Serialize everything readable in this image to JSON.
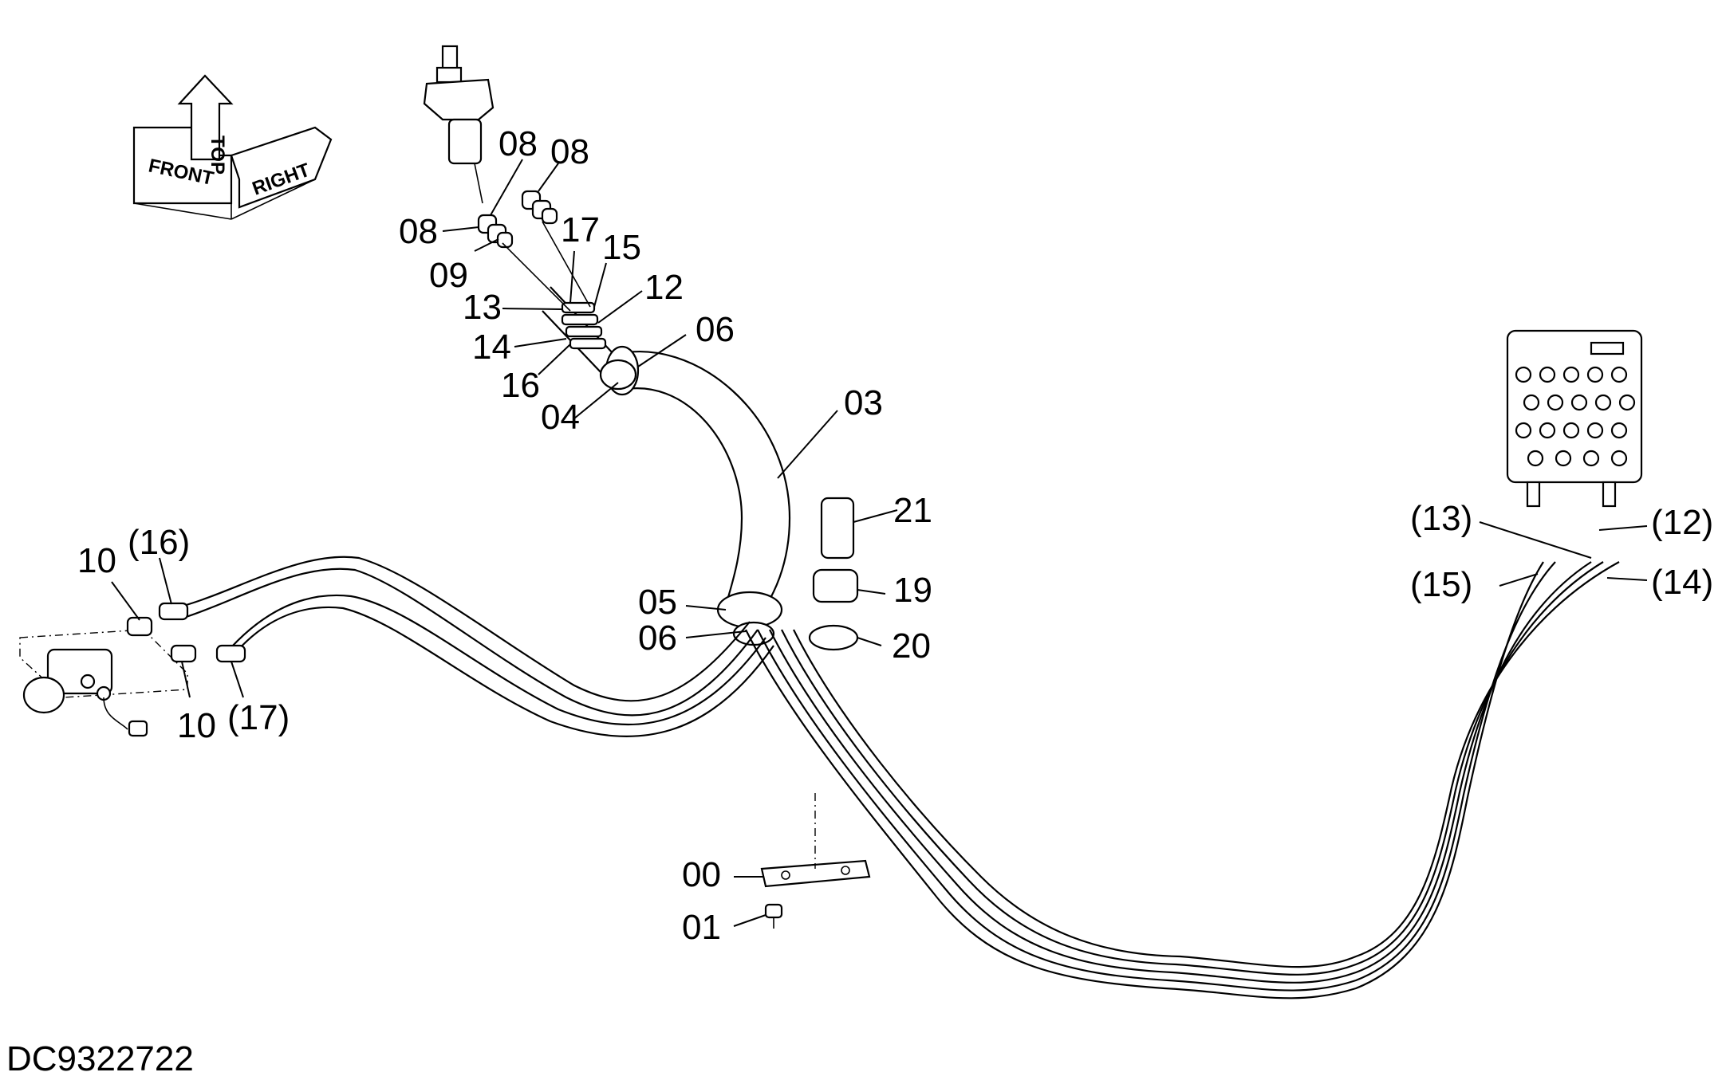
{
  "drawing_id": "DC9322722",
  "orientation": {
    "front": "FRONT",
    "top": "TOP",
    "right": "RIGHT"
  },
  "labels": {
    "p00": "00",
    "p01": "01",
    "p03": "03",
    "p04": "04",
    "p05": "05",
    "p06a": "06",
    "p06b": "06",
    "p08a": "08",
    "p08b": "08",
    "p08c": "08",
    "p09": "09",
    "p10a": "10",
    "p10b": "10",
    "p12": "12",
    "p13": "13",
    "p14": "14",
    "p15": "15",
    "p16": "16",
    "p17": "17",
    "p19": "19",
    "p20": "20",
    "p21": "21",
    "r12": "(12)",
    "r13": "(13)",
    "r14": "(14)",
    "r15": "(15)",
    "r16": "(16)",
    "r17": "(17)"
  }
}
